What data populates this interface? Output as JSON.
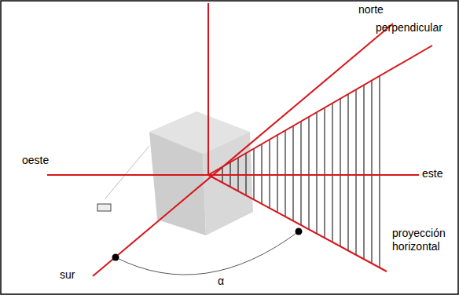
{
  "diagram": {
    "labels": [
      "norte",
      "perpendicular",
      "oeste",
      "este",
      "sur",
      "proyección horizontal",
      "α"
    ]
  }
}
